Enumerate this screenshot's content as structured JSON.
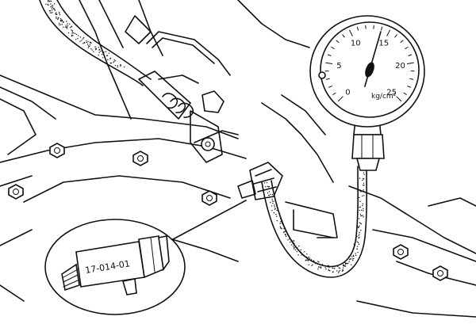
{
  "gauge": {
    "tick_labels": [
      "0",
      "5",
      "10",
      "15",
      "20",
      "25"
    ],
    "unit": "kg/cm²",
    "needle_value": 14
  },
  "adapter": {
    "part_number": "17-014-01"
  }
}
